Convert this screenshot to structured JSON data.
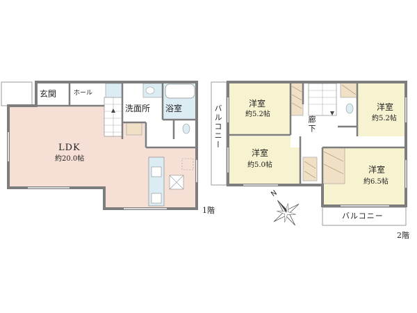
{
  "floor1": {
    "ldk": {
      "name": "LDK",
      "area": "約20.0帖"
    },
    "genkan": "玄関",
    "hall": "ホール",
    "senmenjo": "洗面所",
    "yokushitsu": "浴室",
    "floor_label": "1階"
  },
  "floor2": {
    "room_tl": {
      "name": "洋室",
      "area": "約5.2帖"
    },
    "room_tr": {
      "name": "洋室",
      "area": "約5.2帖"
    },
    "room_bl": {
      "name": "洋室",
      "area": "約5.0帖"
    },
    "room_br": {
      "name": "洋室",
      "area": "約6.5帖"
    },
    "corridor": "廊下",
    "balcony_left": "バルコニー",
    "balcony_bottom": "バルコニー",
    "floor_label": "2階"
  },
  "compass": {
    "north": "N"
  },
  "colors": {
    "wall": "#7d7d7d",
    "ldk_fill": "#f6e0d6",
    "room_fill": "#f7f2cf",
    "wet_fill": "#dcecf3",
    "storage_fill": "#efe0c6",
    "stair_fill": "#ffffff"
  }
}
